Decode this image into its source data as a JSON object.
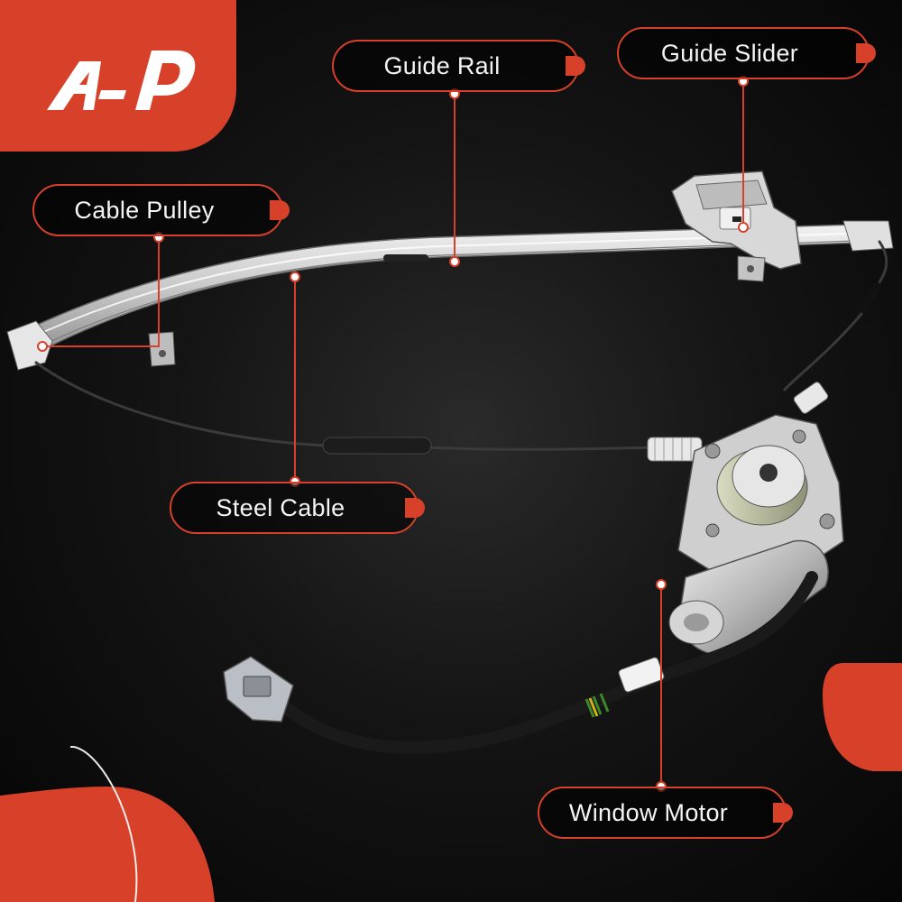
{
  "brand": {
    "logo_text": "A-P",
    "accent_color": "#d7412a"
  },
  "callouts": {
    "guide_rail": "Guide Rail",
    "guide_slider": "Guide Slider",
    "cable_pulley": "Cable Pulley",
    "steel_cable": "Steel Cable",
    "window_motor": "Window Motor"
  },
  "product": {
    "parts": [
      "guide-rail",
      "guide-slider",
      "cable-pulley",
      "steel-cable",
      "window-motor",
      "wire-harness-connector"
    ]
  }
}
